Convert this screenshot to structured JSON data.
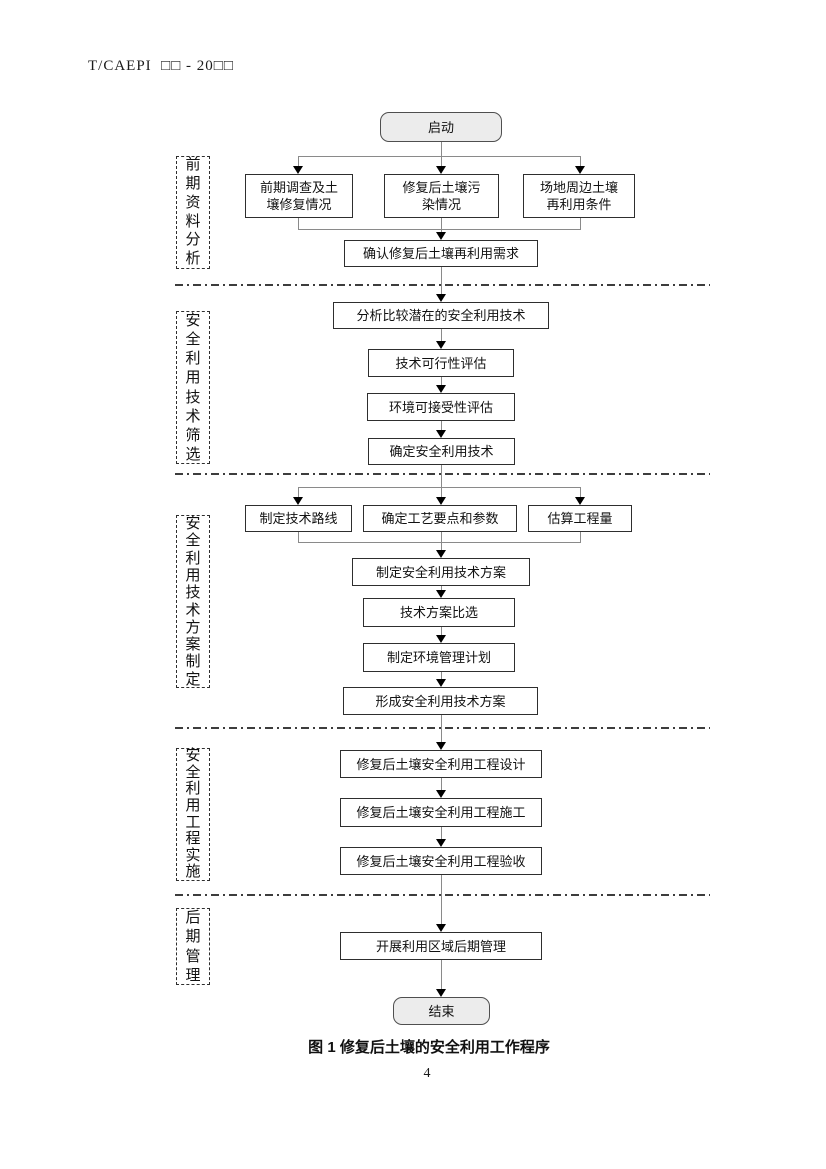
{
  "header": {
    "document_code": "T/CAEPI  □□ - 20□□"
  },
  "figure": {
    "caption": "图 1  修复后土壤的安全利用工作程序",
    "stages": [
      {
        "label": "前期资料分析"
      },
      {
        "label": "安全利用技术筛选"
      },
      {
        "label": "安全利用技术方案制定"
      },
      {
        "label": "安全利用工程实施"
      },
      {
        "label": "后期管理"
      }
    ],
    "nodes": {
      "start": "启动",
      "survey": "前期调查及土\n壤修复情况",
      "pollution": "修复后土壤污\n染情况",
      "reuse_conditions": "场地周边土壤\n再利用条件",
      "confirm_demand": "确认修复后土壤再利用需求",
      "analyze_tech": "分析比较潜在的安全利用技术",
      "feasibility": "技术可行性评估",
      "acceptability": "环境可接受性评估",
      "determine_tech": "确定安全利用技术",
      "tech_route": "制定技术路线",
      "process_params": "确定工艺要点和参数",
      "estimate_quantity": "估算工程量",
      "draft_plan": "制定安全利用技术方案",
      "plan_compare": "技术方案比选",
      "env_mgmt_plan": "制定环境管理计划",
      "form_plan": "形成安全利用技术方案",
      "eng_design": "修复后土壤安全利用工程设计",
      "eng_construction": "修复后土壤安全利用工程施工",
      "eng_acceptance": "修复后土壤安全利用工程验收",
      "post_mgmt": "开展利用区域后期管理",
      "end": "结束"
    }
  },
  "footer": {
    "page_number": "4"
  }
}
